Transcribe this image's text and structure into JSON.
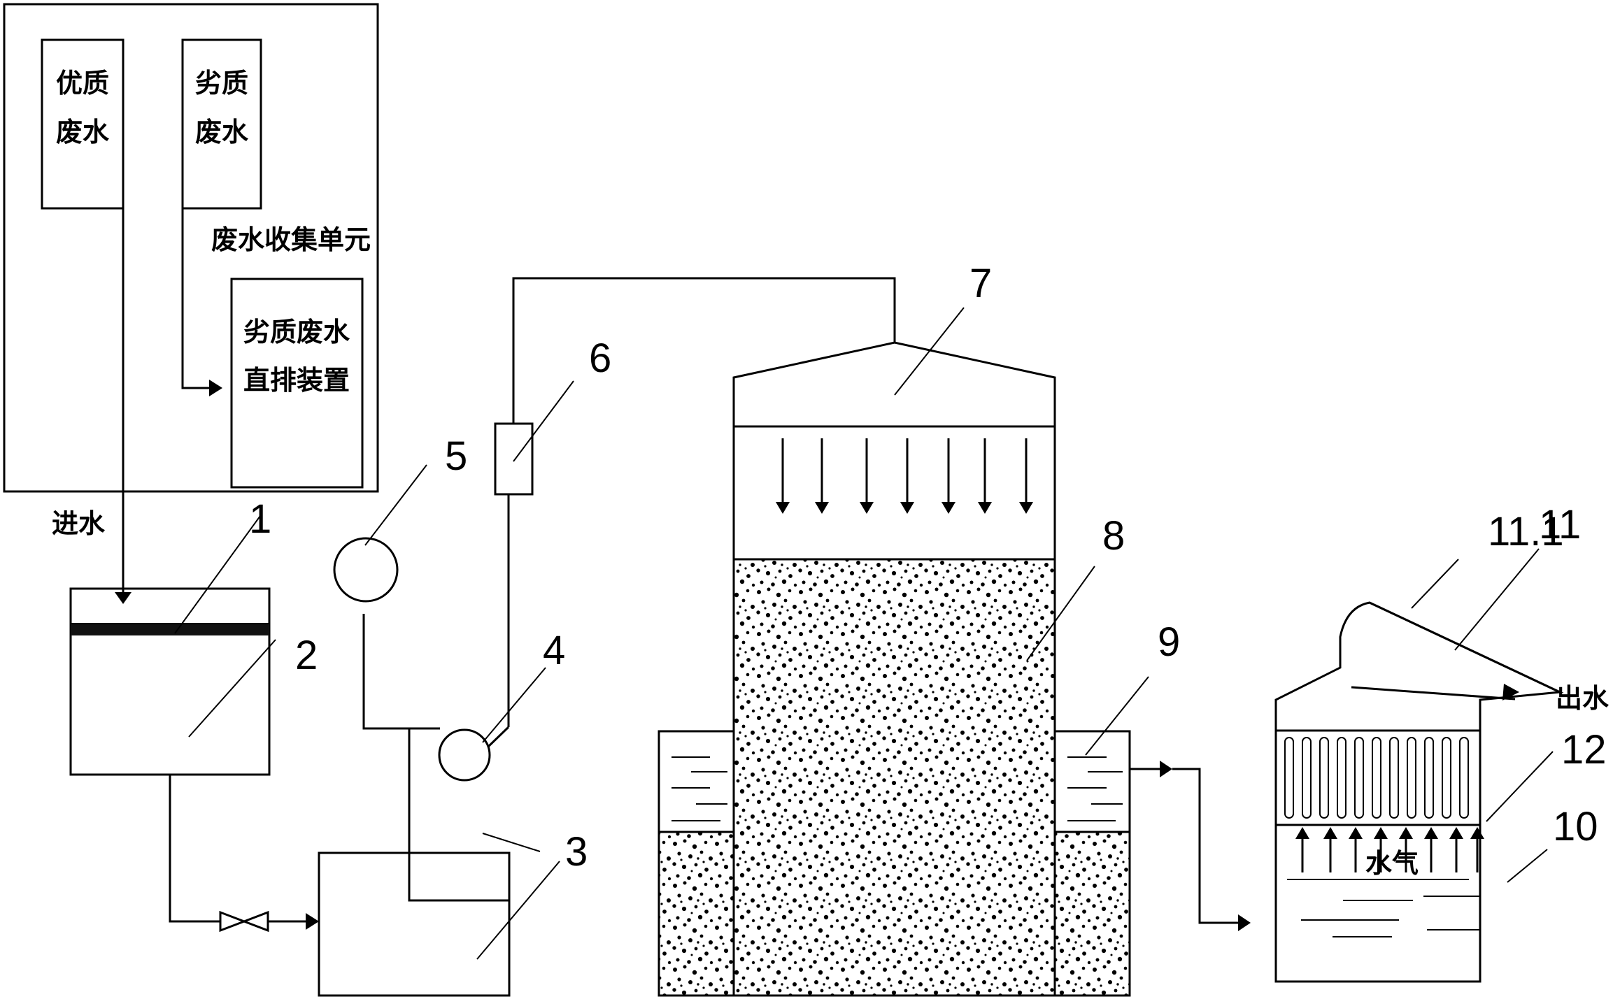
{
  "labels": {
    "good_wastewater": [
      "优质",
      "废水"
    ],
    "poor_wastewater": [
      "劣质",
      "废水"
    ],
    "collection_unit": "废水收集单元",
    "poor_discharge": [
      "劣质废水",
      "直排装置"
    ],
    "inlet": "进水",
    "outlet": "出水",
    "vapor": "水气"
  },
  "numbers": {
    "n1": "1",
    "n2": "2",
    "n3": "3",
    "n4": "4",
    "n5": "5",
    "n6": "6",
    "n7": "7",
    "n8": "8",
    "n9": "9",
    "n10": "10",
    "n11": "11",
    "n11_1": "11.1",
    "n12": "12"
  },
  "colors": {
    "line": "#000000",
    "background": "#ffffff"
  }
}
